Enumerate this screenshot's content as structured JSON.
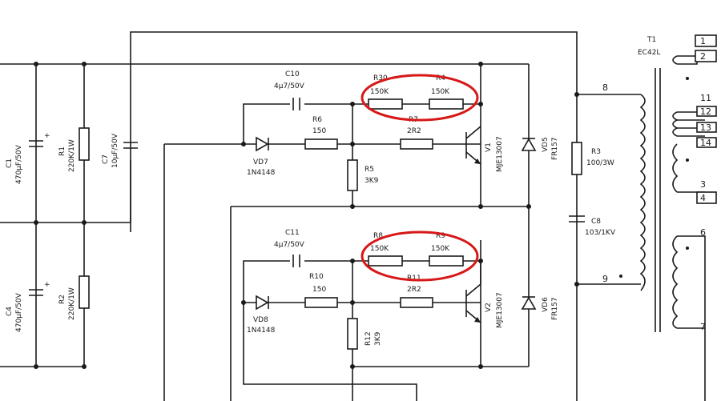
{
  "components": {
    "c1": {
      "ref": "C1",
      "value": "470μF/50V"
    },
    "r1": {
      "ref": "R1",
      "value": "220K/1W"
    },
    "c7": {
      "ref": "C7",
      "value": "10μF/50V"
    },
    "c4": {
      "ref": "C4",
      "value": "470μF/50V"
    },
    "r2": {
      "ref": "R2",
      "value": "220K/1W"
    },
    "c10": {
      "ref": "C10",
      "value": "4μ7/50V"
    },
    "r30": {
      "ref": "R30",
      "value": "150K"
    },
    "r4": {
      "ref": "R4",
      "value": "150K"
    },
    "r6": {
      "ref": "R6",
      "value": "150"
    },
    "r7": {
      "ref": "R7",
      "value": "2R2"
    },
    "vd7": {
      "ref": "VD7",
      "value": "1N4148"
    },
    "r5": {
      "ref": "R5",
      "value": "3K9"
    },
    "v1": {
      "ref": "V1",
      "value": "MJE13007"
    },
    "vd5": {
      "ref": "VD5",
      "value": "FR157"
    },
    "r3": {
      "ref": "R3",
      "value": "100/3W"
    },
    "c8": {
      "ref": "C8",
      "value": "103/1KV"
    },
    "c11": {
      "ref": "C11",
      "value": "4μ7/50V"
    },
    "r8": {
      "ref": "R8",
      "value": "150K"
    },
    "r9": {
      "ref": "R9",
      "value": "150K"
    },
    "r10": {
      "ref": "R10",
      "value": "150"
    },
    "r11": {
      "ref": "R11",
      "value": "2R2"
    },
    "vd8": {
      "ref": "VD8",
      "value": "1N4148"
    },
    "r12": {
      "ref": "R12",
      "value": "3K9"
    },
    "v2": {
      "ref": "V2",
      "value": "MJE13007"
    },
    "vd6": {
      "ref": "VD6",
      "value": "FR157"
    },
    "t1": {
      "ref": "T1",
      "value": "EC42L"
    }
  },
  "pins": [
    "1",
    "2",
    "11",
    "12",
    "13",
    "14",
    "3",
    "4",
    "6",
    "7",
    "8",
    "9"
  ],
  "highlight_color": "#d81818"
}
